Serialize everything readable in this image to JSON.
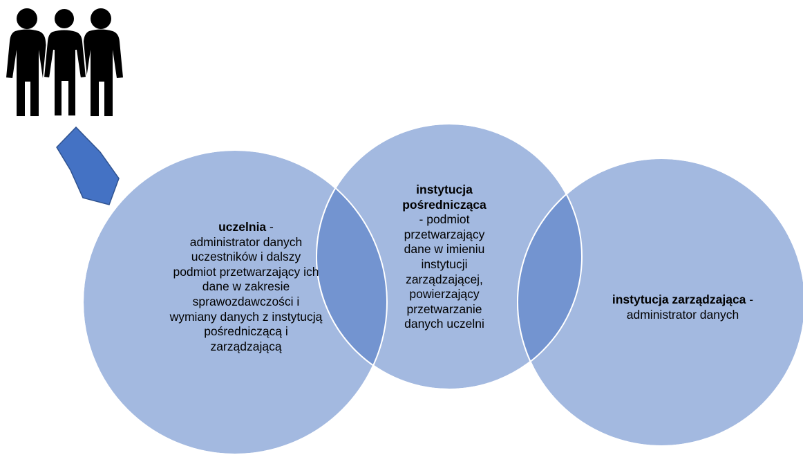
{
  "colors": {
    "circle_fill": "#a3b9e0",
    "overlap_fill": "#7394d0",
    "circle_stroke": "#ffffff",
    "arrow_fill": "#4472c4",
    "arrow_stroke": "#2f528f",
    "people_fill": "#000000"
  },
  "icons": {
    "people": "people-group-icon",
    "arrow": "arrow-down-right-icon"
  },
  "circles": [
    {
      "id": "uczelnia",
      "title": "uczelnia",
      "suffix": " -",
      "description": "administrator danych uczestników i dalszy podmiot przetwarzający ich dane w zakresie sprawozdawczości i wymiany danych z instytucją pośredniczącą i zarządzającą"
    },
    {
      "id": "instytucja_posredniczaca",
      "title": "instytucja pośrednicząca",
      "suffix": "",
      "description": "- podmiot przetwarzający dane w imieniu instytucji zarządzającej, powierzający przetwarzanie danych uczelni"
    },
    {
      "id": "instytucja_zarzadzajaca",
      "title": "instytucja zarządzająca",
      "suffix": " -",
      "description": "administrator danych"
    }
  ]
}
